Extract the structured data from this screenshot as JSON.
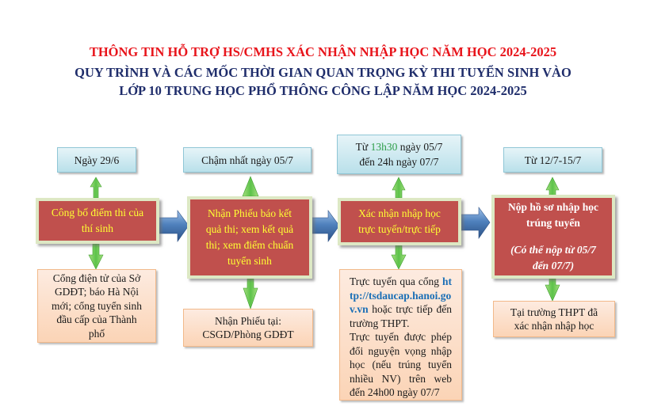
{
  "header": {
    "title_line1": "THÔNG TIN HỖ TRỢ HS/CMHS XÁC NHẬN NHẬP HỌC NĂM HỌC 2024-2025",
    "title_line2": "QUY TRÌNH VÀ CÁC MỐC THỜI GIAN QUAN TRỌNG KỲ THI TUYỂN SINH VÀO",
    "title_line3": "LỚP 10 TRUNG HỌC PHỔ THÔNG CÔNG LẬP NĂM HỌC 2024-2025"
  },
  "colors": {
    "title_red": "#e8141b",
    "title_navy": "#1f2d6b",
    "step_fill": "#c0504d",
    "step_text": "#ffff33",
    "date_fill": "#b9e0ea",
    "note_fill": "#fbd4b6",
    "arrow_green": "#6fcf4f",
    "arrow_blue": "#4f81bd",
    "link_blue": "#1b6fb6",
    "highlight_green": "#2f9e49"
  },
  "steps": [
    {
      "date": "Ngày 29/6",
      "step_line1": "Công bố điểm thi của",
      "step_line2": "thí sinh",
      "note_line1": "Cổng điện tử của Sở",
      "note_line2": "GDĐT; báo Hà Nội",
      "note_line3": "mới; cổng tuyển sinh",
      "note_line4": "đầu cấp của Thành",
      "note_line5": "phố"
    },
    {
      "date": "Chậm nhất ngày 05/7",
      "step_line1": "Nhận Phiếu báo kết",
      "step_line2": "quả thi; xem kết quả",
      "step_line3": "thi; xem điểm chuẩn",
      "step_line4": "tuyển sinh",
      "note_line1": "Nhận Phiếu tại:",
      "note_line2": "CSGD/Phòng GDĐT"
    },
    {
      "date_prefix": "Từ ",
      "date_highlight": "13h30",
      "date_suffix": " ngày 05/7",
      "date_line2": "đến 24h ngày 07/7",
      "step_line1": "Xác nhận nhập học",
      "step_line2": "trực tuyến/trực tiếp",
      "note_text1": "Trực tuyến qua cổng ",
      "note_link": "http://tsdaucap.hanoi.gov.vn",
      "note_text2": " hoặc trực tiếp đến trường THPT.",
      "note_text3": "Trực tuyến được phép đổi nguyện vọng nhập học (nếu trúng tuyển nhiều NV) trên web đến 24h00 ngày 07/7"
    },
    {
      "date": "Từ 12/7-15/7",
      "step_line1": "Nộp hồ sơ nhập học",
      "step_line2": "trúng tuyển",
      "step_note_line1": "(Có thể nộp từ 05/7",
      "step_note_line2": "đến 07/7)",
      "note_line1": "Tại trường THPT đã",
      "note_line2": "xác nhận nhập học"
    }
  ]
}
